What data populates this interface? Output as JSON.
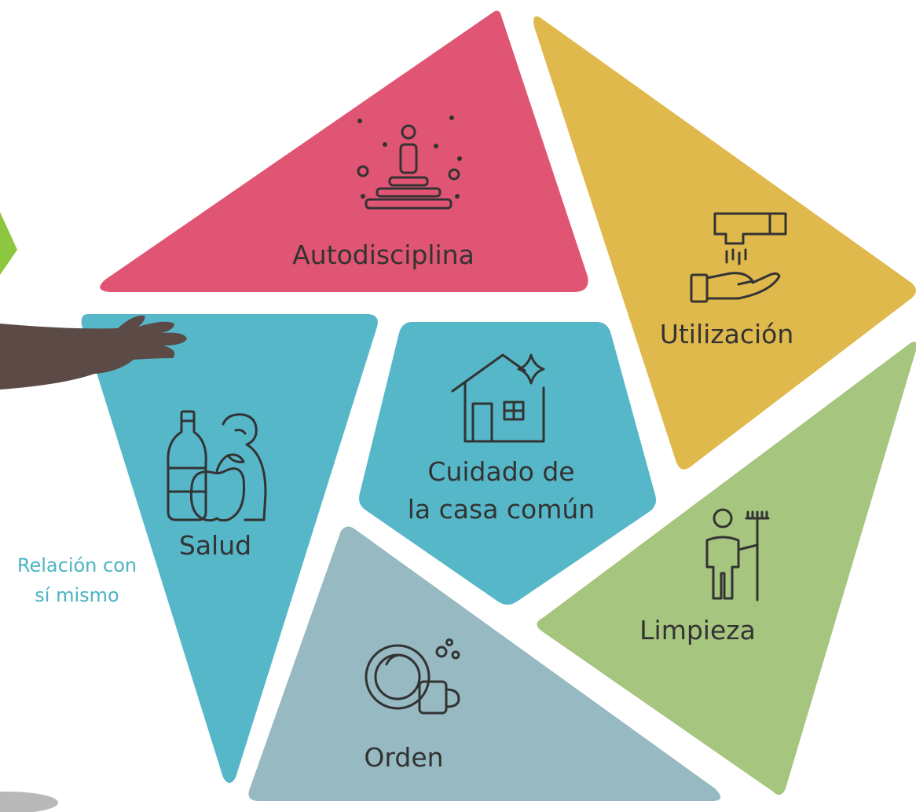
{
  "segments": {
    "autodisciplina": {
      "label": "Autodisciplina",
      "color": "#e05573",
      "icon": "meditation-person-icon"
    },
    "utilizacion": {
      "label": "Utilización",
      "color": "#e0b94d",
      "icon": "faucet-hand-icon"
    },
    "salud": {
      "label": "Salud",
      "color": "#56b7c9",
      "icon": "bottle-apple-arm-icon"
    },
    "cuidado": {
      "label_line1": "Cuidado de",
      "label_line2": "la casa común",
      "color": "#56b7c9",
      "icon": "house-sparkle-icon"
    },
    "orden": {
      "label": "Orden",
      "color": "#96b9c2",
      "icon": "dishes-cup-icon"
    },
    "limpieza": {
      "label": "Limpieza",
      "color": "#a6c57f",
      "icon": "person-rake-icon"
    }
  },
  "side_label": {
    "line1": "Relación con",
    "line2": "sí mismo",
    "color": "#4bb4c3"
  },
  "colors": {
    "arm": "#5b4a45",
    "leaf": "#8dc63f",
    "shadow": "#b9b9b9"
  }
}
